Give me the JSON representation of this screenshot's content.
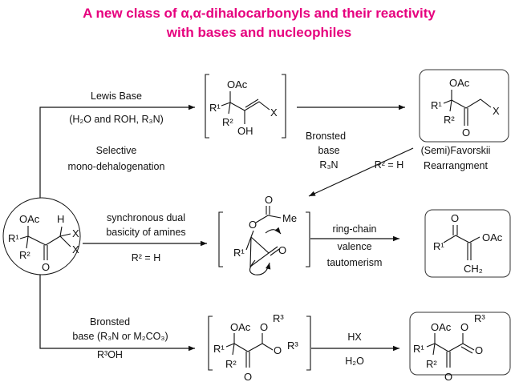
{
  "title": {
    "line1": "A new class of α,α-dihalocarbonyls and their reactivity",
    "line2": "with bases and nucleophiles",
    "color": "#e6007e"
  },
  "atoms": {
    "OAc": "OAc",
    "R1": "R¹",
    "R2": "R²",
    "R3": "R³",
    "X": "X",
    "H": "H",
    "O": "O",
    "OH": "OH",
    "Me": "Me",
    "CH2": "CH₂",
    "Oalk": "O"
  },
  "route_top": {
    "reagent": "Lewis Base",
    "conditions": "(H₂O and ROH, R₃N)",
    "note1": "Selective",
    "note2": "mono-dehalogenation"
  },
  "route_diag": {
    "line1": "Bronsted",
    "line2": "base",
    "line3": "R₃N",
    "condition": "R² = H",
    "name1": "(Semi)Favorskii",
    "name2": "Rearrangment"
  },
  "route_mid": {
    "line1": "synchronous dual",
    "line2": "basicity of amines",
    "condition": "R² = H",
    "step1": "ring-chain",
    "step2": "valence",
    "step3": "tautomerism"
  },
  "route_bot": {
    "line1": "Bronsted",
    "line2": "base (R₃N or M₂CO₃)",
    "line3": "R³OH",
    "reagent": "HX",
    "solvent": "H₂O"
  }
}
